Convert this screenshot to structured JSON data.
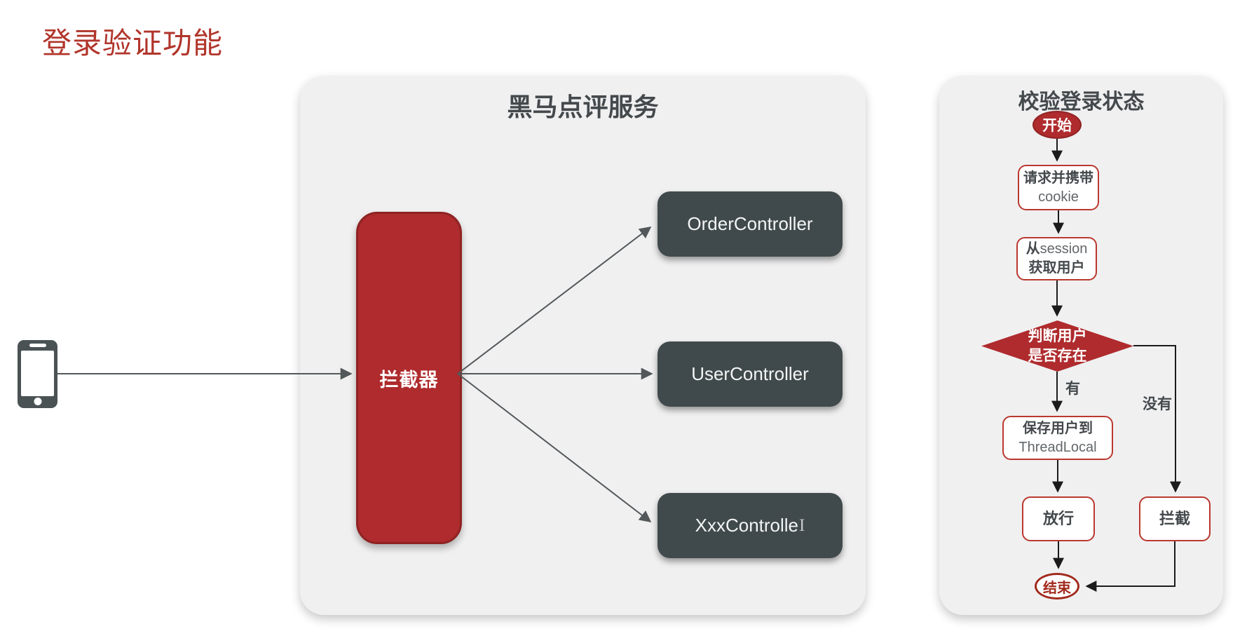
{
  "colors": {
    "title-red": "#B1352B",
    "red": "#AF2B2D",
    "red-dark": "#8F2323",
    "red-border": "#BA382F",
    "red-deep": "#A2291D",
    "dark-box": "#40494B",
    "text-dark": "#44494C",
    "text-gray": "#63676A",
    "panel-bg": "#F0F0F1",
    "arrow-gray": "#53585A",
    "arrow-black": "#1B1B1B"
  },
  "page": {
    "title": "登录验证功能"
  },
  "service": {
    "title": "黑马点评服务",
    "interceptor_label": "拦截器",
    "controllers": [
      {
        "label": "OrderController"
      },
      {
        "label": "UserController"
      },
      {
        "label": "XxxControlle",
        "cursor": "I"
      }
    ]
  },
  "flow": {
    "title": "校验登录状态",
    "start_label": "开始",
    "request_box": {
      "line1": "请求并携带",
      "line2": "cookie"
    },
    "session_box": {
      "line1_zh": "从",
      "line1_en": "session",
      "line2": "获取用户"
    },
    "decision": {
      "line1": "判断用户",
      "line2": "是否存在"
    },
    "save_box": {
      "line1": "保存用户到",
      "line2": "ThreadLocal"
    },
    "pass_label": "放行",
    "intercept_label": "拦截",
    "end_label": "结束",
    "yes_label": "有",
    "no_label": "没有"
  }
}
